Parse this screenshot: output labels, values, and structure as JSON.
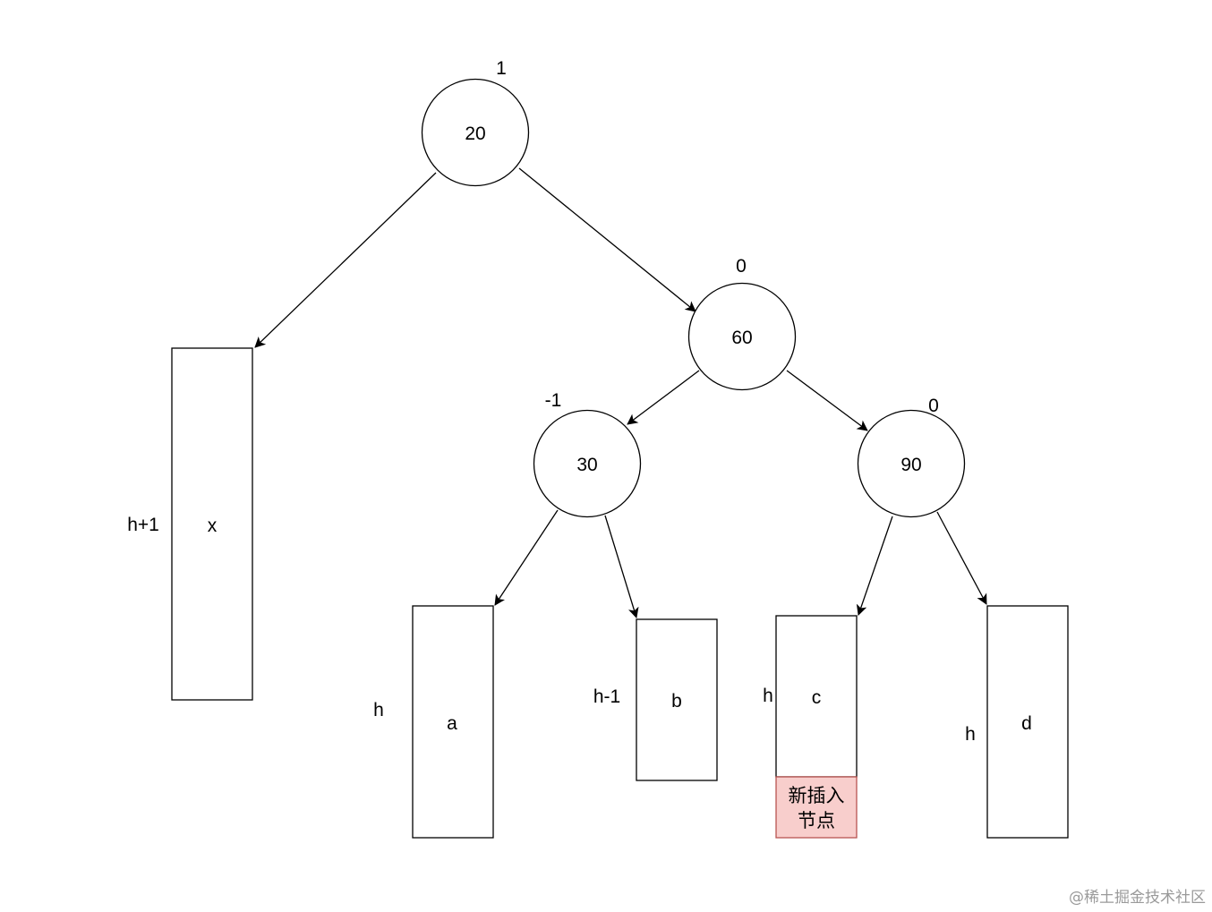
{
  "nodes": [
    {
      "id": "n20",
      "label": "20",
      "balance": "1"
    },
    {
      "id": "n60",
      "label": "60",
      "balance": "0"
    },
    {
      "id": "n30",
      "label": "30",
      "balance": "-1"
    },
    {
      "id": "n90",
      "label": "90",
      "balance": "0"
    }
  ],
  "subtrees": [
    {
      "id": "x",
      "label": "x",
      "height": "h+1"
    },
    {
      "id": "a",
      "label": "a",
      "height": "h"
    },
    {
      "id": "b",
      "label": "b",
      "height": "h-1"
    },
    {
      "id": "c",
      "label": "c",
      "height": "h"
    },
    {
      "id": "d",
      "label": "d",
      "height": "h"
    }
  ],
  "new_node": {
    "line1": "新插入",
    "line2": "节点",
    "fill": "#f8cecc",
    "stroke": "#b85450"
  },
  "watermark": "@稀土掘金技术社区"
}
